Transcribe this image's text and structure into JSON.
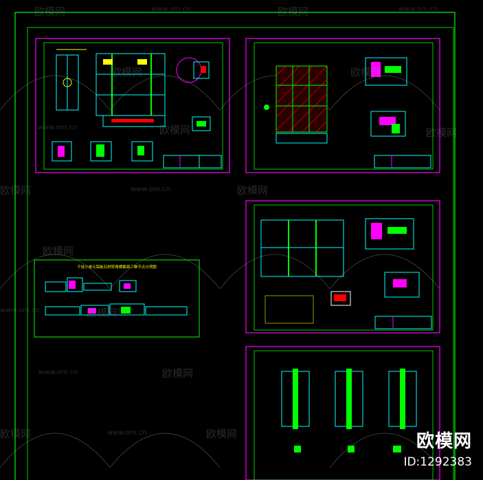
{
  "watermark": {
    "logo_text": "欧模网",
    "url_text": "www.om.cn"
  },
  "brand": {
    "name": "欧模网",
    "id_label": "ID:1292383"
  },
  "colors": {
    "background": "#000000",
    "outer_frame": "#00ff00",
    "sheet_frame": "#ff00ff",
    "drawing_lines": "#00ffff",
    "highlight": "#ffff00",
    "hatch": "#ff0000"
  },
  "drawing": {
    "title_center_left": "干挂小单元铝板石材转角横截面三维节点分项图"
  }
}
